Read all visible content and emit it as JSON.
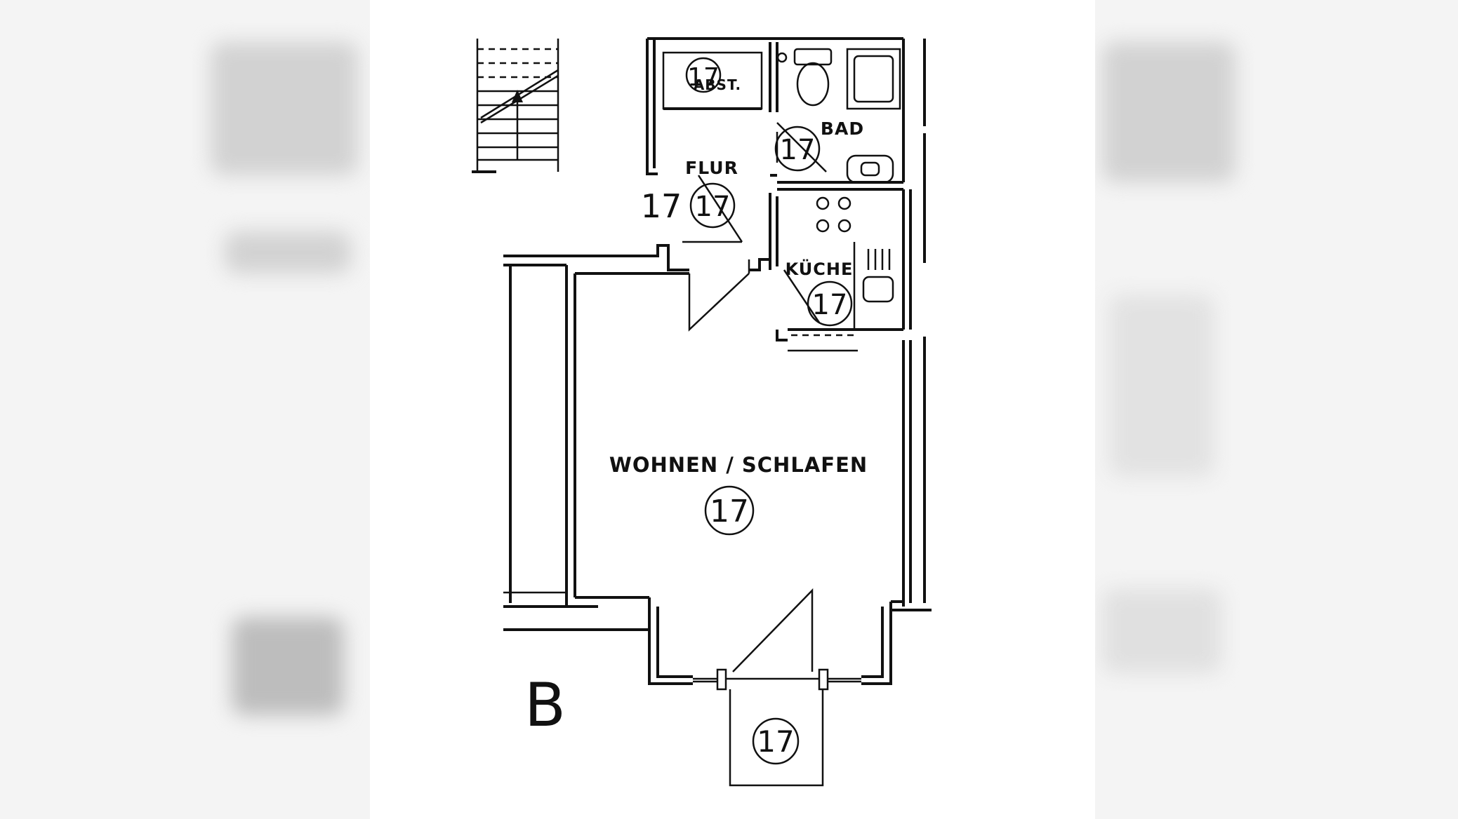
{
  "building_letter": "B",
  "rooms": {
    "abst": {
      "label": "ABST.",
      "number": "17"
    },
    "bad": {
      "label": "BAD",
      "number": "17"
    },
    "flur": {
      "label": "FLUR",
      "number": "17",
      "side_number": "17"
    },
    "kueche": {
      "label": "KÜCHE",
      "number": "17"
    },
    "wohnen": {
      "label": "WOHNEN / SCHLAFEN",
      "number": "17"
    },
    "balkon": {
      "number": "17"
    }
  }
}
